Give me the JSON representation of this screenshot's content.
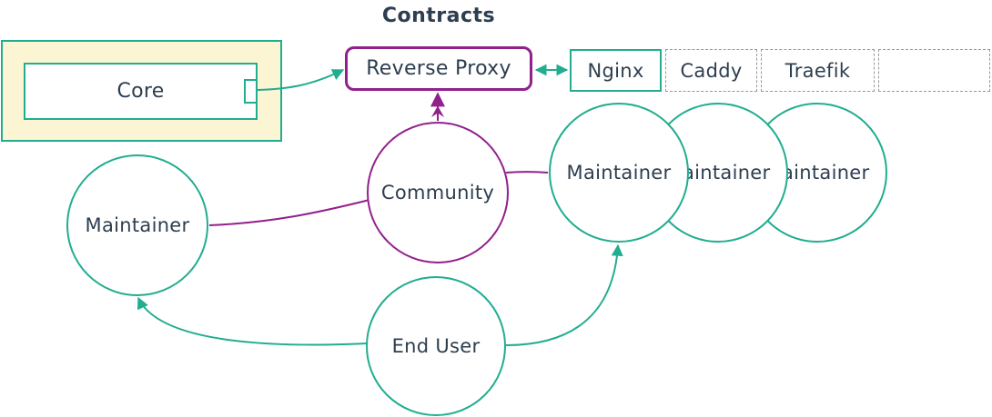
{
  "title": "Contracts",
  "colors": {
    "teal": "#22ad90",
    "purple": "#91208d",
    "text_dark": "#2d3e50",
    "container_fill": "#fcf5d4",
    "dashed_gray": "#999999"
  },
  "nodes": {
    "core": {
      "label": "Core"
    },
    "reverse_proxy": {
      "label": "Reverse Proxy"
    },
    "proxy_options": [
      {
        "label": "Nginx"
      },
      {
        "label": "Caddy"
      },
      {
        "label": "Traefik"
      },
      {
        "label": ""
      }
    ],
    "community": {
      "label": "Community"
    },
    "maintainer_left": {
      "label": "Maintainer"
    },
    "maintainers_right": [
      {
        "label": "Maintainer"
      },
      {
        "label": "Maintainer"
      },
      {
        "label": "Maintainer"
      }
    ],
    "end_user": {
      "label": "End User"
    }
  },
  "edges": [
    {
      "from": "Core",
      "to": "Reverse Proxy",
      "style": "arrow",
      "color": "teal"
    },
    {
      "from": "Reverse Proxy",
      "to": "Nginx",
      "style": "double-arrow",
      "color": "teal"
    },
    {
      "from": "Community",
      "to": "Reverse Proxy",
      "style": "arrow",
      "color": "purple"
    },
    {
      "from": "Community",
      "to": "Maintainer (left)",
      "style": "line",
      "color": "purple"
    },
    {
      "from": "Community",
      "to": "Maintainer (right)",
      "style": "line",
      "color": "purple"
    },
    {
      "from": "End User",
      "to": "Maintainer (left)",
      "style": "arrow",
      "color": "teal"
    },
    {
      "from": "End User",
      "to": "Maintainer (right)",
      "style": "arrow",
      "color": "teal"
    }
  ]
}
